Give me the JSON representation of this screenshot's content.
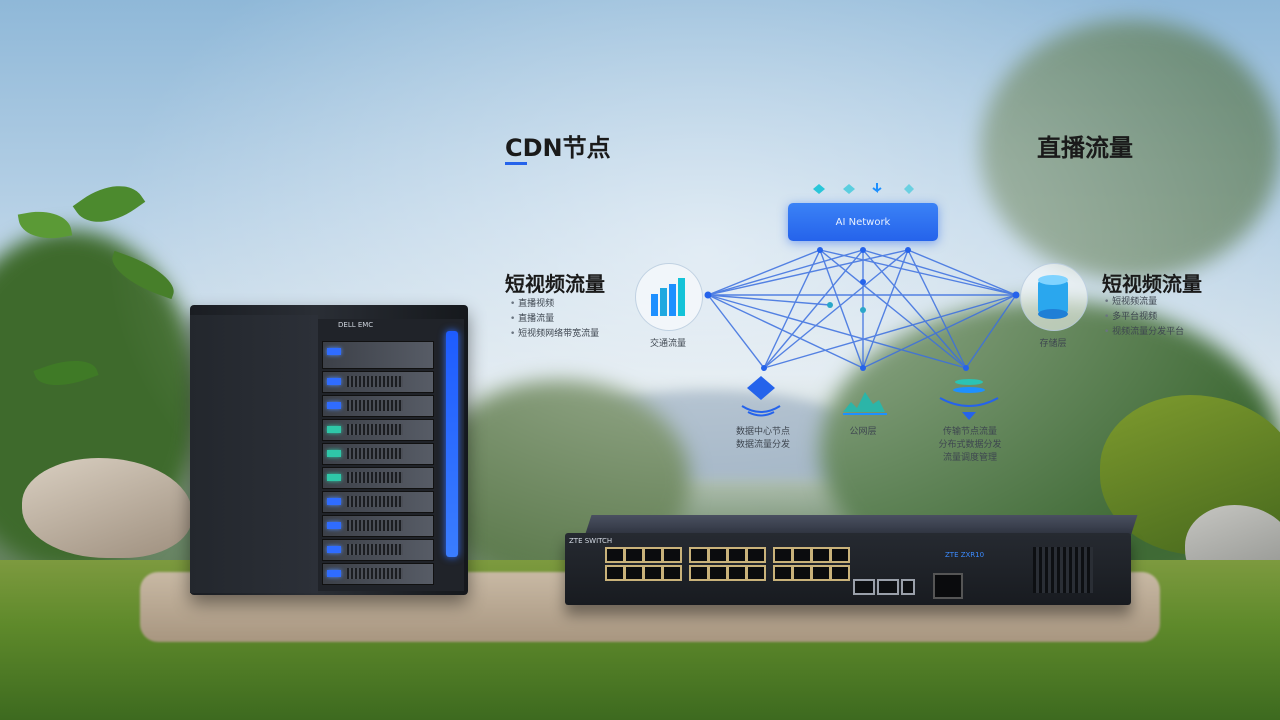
{
  "title": "CDN节点",
  "left_group": {
    "heading": "短视频流量",
    "bullets": [
      "直播视频",
      "直播流量",
      "短视频网络带宽流量"
    ],
    "icon_caption": "交通流量"
  },
  "right_group": {
    "title": "直播流量",
    "heading": "短视频流量",
    "bullets": [
      "短视频流量",
      "多平台视频",
      "视频流量分发平台"
    ],
    "icon_caption": "存储层"
  },
  "hub": {
    "label": "AI Network"
  },
  "bottom_nodes": [
    {
      "icon": "diamond-signal-icon",
      "caption": "数据中心节点\n数据流量分发"
    },
    {
      "icon": "waveform-icon",
      "caption": "公网层"
    },
    {
      "icon": "broadcast-icon",
      "caption": "传输节点流量\n分布式数据分发\n流量调度管理"
    }
  ],
  "devices": {
    "server_label": "DELL EMC",
    "switch_label": "ZTE SWITCH",
    "switch_brand": "ZTE ZXR10"
  },
  "colors": {
    "accent": "#2563eb",
    "network_line": "#3b6fe0",
    "node": "#2aa7c9"
  }
}
